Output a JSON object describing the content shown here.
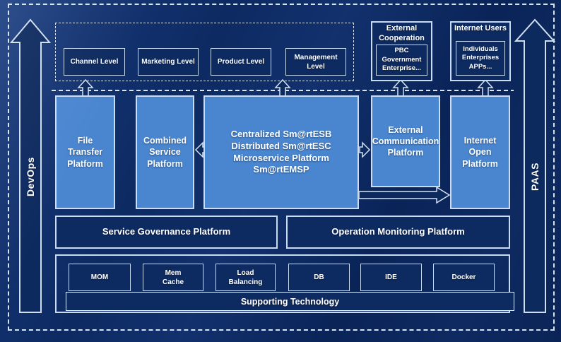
{
  "colors": {
    "background_navy": "#0d2a5f",
    "platform_blue": "#4a86d0",
    "border_light": "#c9dbf1",
    "dashed_line": "#d9e4f3",
    "text": "#ffffff"
  },
  "rails": {
    "left_label": "DevOps",
    "right_label": "PAAS"
  },
  "levels": [
    "Channel Level",
    "Marketing Level",
    "Product Level",
    "Management Level"
  ],
  "external_cooperation": {
    "title": "External\nCooperation",
    "members": "PBC Government\nEnterprise..."
  },
  "internet_users": {
    "title": "Internet Users",
    "members": "Individuals\nEnterprises\nAPPs..."
  },
  "platforms": {
    "file_transfer": "File\nTransfer\nPlatform",
    "combined_service": "Combined\nService\nPlatform",
    "central_esb": "Centralized Sm@rtESB\nDistributed Sm@rtESC\nMicroservice Platform Sm@rtEMSP",
    "external_communication": "External\nCommunication\nPlatform",
    "internet_open": "Internet\nOpen\nPlatform"
  },
  "governance": {
    "service_governance": "Service Governance Platform",
    "operation_monitoring": "Operation Monitoring Platform"
  },
  "supporting": {
    "technologies": [
      "MOM",
      "Mem\nCache",
      "Load\nBalancing",
      "DB",
      "IDE",
      "Docker"
    ],
    "bar_label": "Supporting Technology"
  }
}
